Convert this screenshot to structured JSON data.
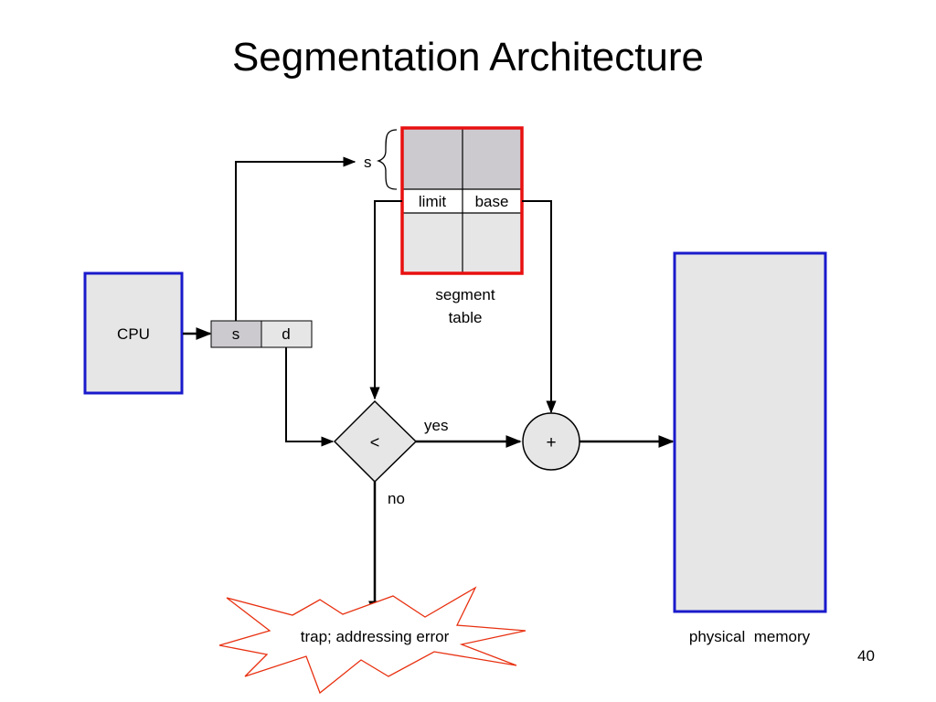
{
  "slide": {
    "title": "Segmentation Architecture",
    "page_number": "40"
  },
  "diagram": {
    "cpu_label": "CPU",
    "address_s": "s",
    "address_d": "d",
    "segment_index_label": "s",
    "limit_label": "limit",
    "base_label": "base",
    "segment_table_line1": "segment",
    "segment_table_line2": "table",
    "compare_symbol": "<",
    "yes_label": "yes",
    "no_label": "no",
    "add_symbol": "+",
    "trap_label": "trap; addressing error",
    "physical_memory_label": "physical  memory"
  },
  "colors": {
    "cpu_border": "#1a1acc",
    "table_border": "#e81010",
    "memory_border": "#1a1acc",
    "trap_border": "#e83010",
    "box_fill": "#e6e6e6",
    "shaded_fill": "#cccacf"
  }
}
